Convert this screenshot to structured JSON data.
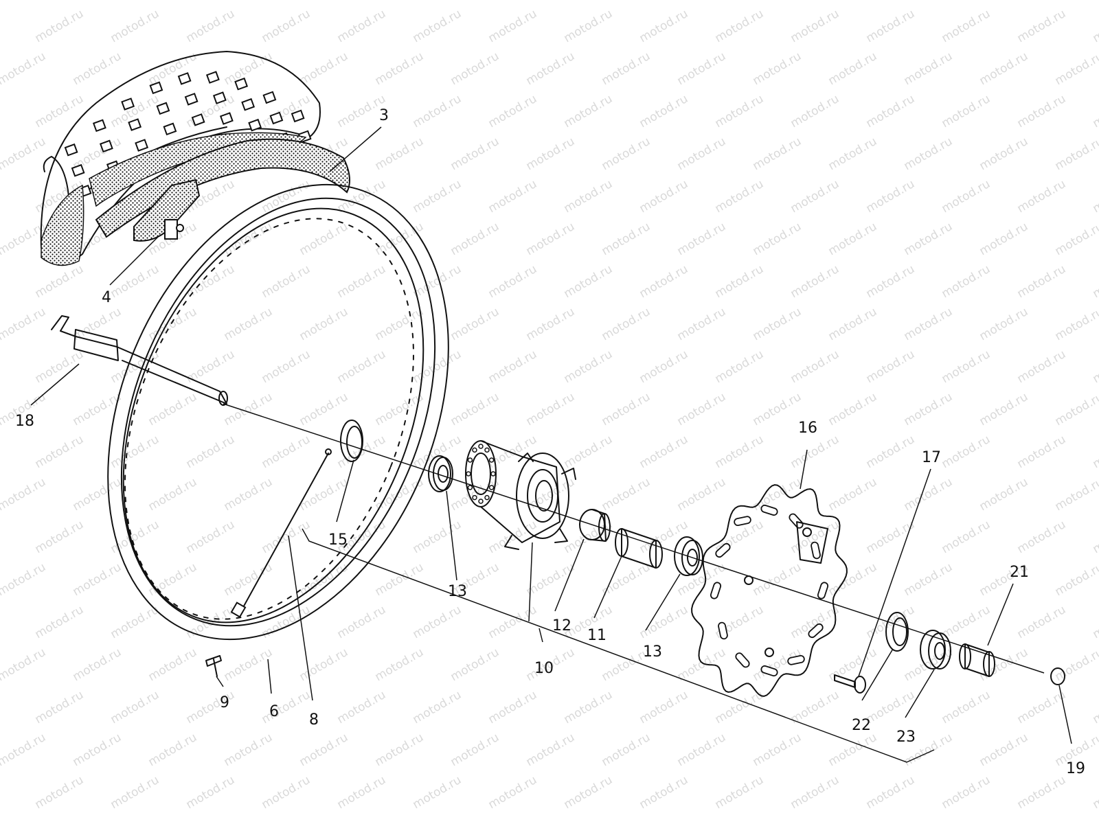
{
  "watermark": "motod.ru",
  "labels": [
    {
      "id": "3",
      "text": "3"
    },
    {
      "id": "4",
      "text": "4"
    },
    {
      "id": "18",
      "text": "18"
    },
    {
      "id": "15",
      "text": "15"
    },
    {
      "id": "13a",
      "text": "13"
    },
    {
      "id": "12",
      "text": "12"
    },
    {
      "id": "11",
      "text": "11"
    },
    {
      "id": "13b",
      "text": "13"
    },
    {
      "id": "10",
      "text": "10"
    },
    {
      "id": "9",
      "text": "9"
    },
    {
      "id": "6",
      "text": "6"
    },
    {
      "id": "8",
      "text": "8"
    },
    {
      "id": "16",
      "text": "16"
    },
    {
      "id": "17",
      "text": "17"
    },
    {
      "id": "21",
      "text": "21"
    },
    {
      "id": "22",
      "text": "22"
    },
    {
      "id": "23",
      "text": "23"
    },
    {
      "id": "19",
      "text": "19"
    }
  ]
}
